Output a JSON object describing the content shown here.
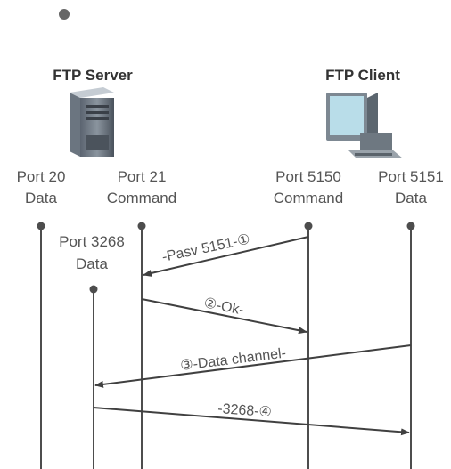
{
  "server": {
    "title": "FTP Server",
    "icon": "server-tower-icon"
  },
  "client": {
    "title": "FTP Client",
    "icon": "desktop-computer-icon"
  },
  "ports": {
    "server_data": {
      "port": "Port 20",
      "role": "Data"
    },
    "server_command": {
      "port": "Port 21",
      "role": "Command"
    },
    "server_passive": {
      "port": "Port 3268",
      "role": "Data"
    },
    "client_command": {
      "port": "Port 5150",
      "role": "Command"
    },
    "client_data": {
      "port": "Port 5151",
      "role": "Data"
    }
  },
  "messages": [
    {
      "label": "-Pasv 5151-①",
      "from": "client_command",
      "to": "server_command"
    },
    {
      "label": "②-Ok-",
      "from": "server_command",
      "to": "client_command"
    },
    {
      "label": "③-Data channel-",
      "from": "client_data",
      "to": "server_passive"
    },
    {
      "label": "-3268-④",
      "from": "server_passive",
      "to": "client_data"
    }
  ],
  "colors": {
    "line": "#4d4d4d",
    "text": "#555555",
    "header": "#333333",
    "bullet": "#666666"
  }
}
